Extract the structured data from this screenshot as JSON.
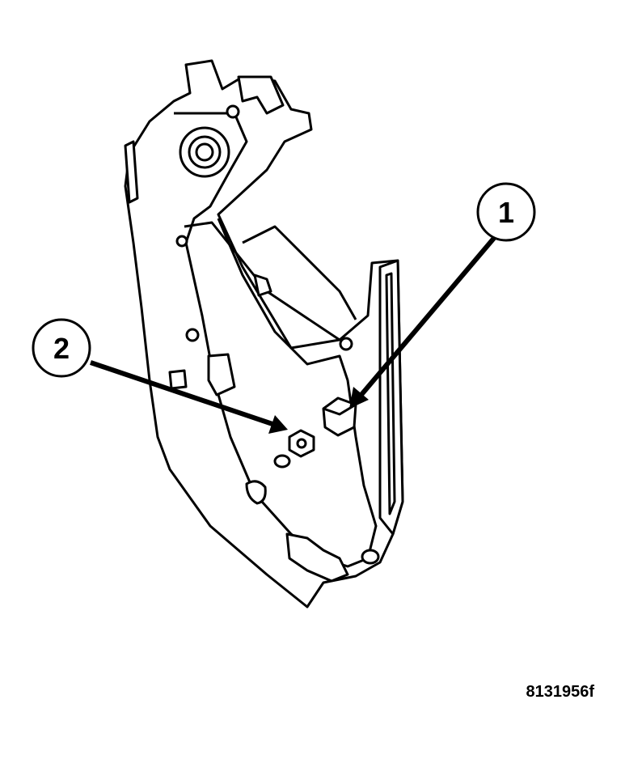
{
  "callouts": [
    {
      "number": "1"
    },
    {
      "number": "2"
    }
  ],
  "figure_id": "8131956f",
  "colors": {
    "line": "#000000",
    "fill": "#ffffff",
    "shade": "#dcdcdc"
  }
}
